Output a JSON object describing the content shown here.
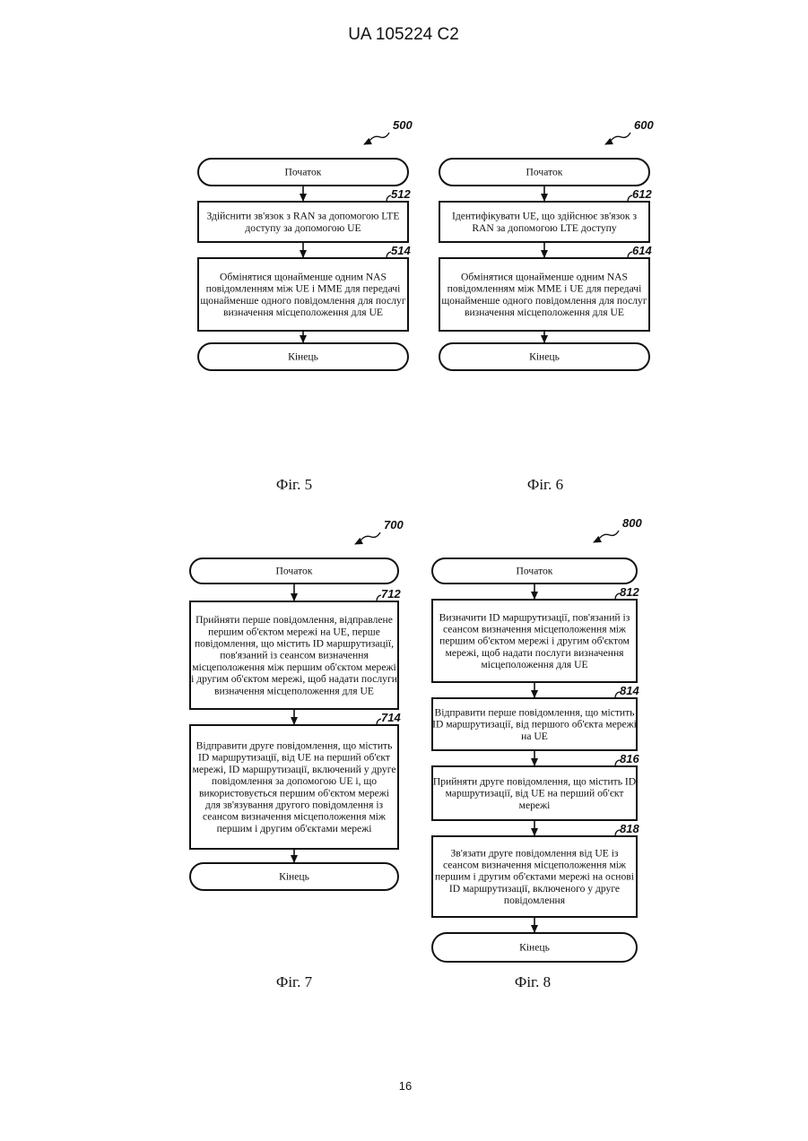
{
  "header": {
    "doc_number": "UA   105224   C2"
  },
  "page_number": "16",
  "figures": [
    {
      "id": "fig5",
      "ref": "500",
      "caption": "Фіг. 5",
      "nodes": [
        {
          "id": "start",
          "type": "terminal",
          "lines": [
            "Початок"
          ]
        },
        {
          "id": "512",
          "type": "process",
          "ref": "512",
          "lines": [
            "Здійснити зв'язок з RAN за допомогою LTE",
            "доступу за допомогою UE"
          ]
        },
        {
          "id": "514",
          "type": "process",
          "ref": "514",
          "lines": [
            "Обмінятися щонайменше одним NAS",
            "повідомленням між UE і MME для передачі",
            "щонайменше одного повідомлення для послуг",
            "визначення місцеположення для UE"
          ]
        },
        {
          "id": "end",
          "type": "terminal",
          "lines": [
            "Кінець"
          ]
        }
      ],
      "edges": [
        [
          "start",
          "512"
        ],
        [
          "512",
          "514"
        ],
        [
          "514",
          "end"
        ]
      ]
    },
    {
      "id": "fig6",
      "ref": "600",
      "caption": "Фіг. 6",
      "nodes": [
        {
          "id": "start",
          "type": "terminal",
          "lines": [
            "Початок"
          ]
        },
        {
          "id": "612",
          "type": "process",
          "ref": "612",
          "lines": [
            "Ідентифікувати UE, що здійснює зв'язок з",
            "RAN за допомогою LTE доступу"
          ]
        },
        {
          "id": "614",
          "type": "process",
          "ref": "614",
          "lines": [
            "Обмінятися щонайменше одним NAS",
            "повідомленням між MME і UE для передачі",
            "щонайменше одного повідомлення для послуг",
            "визначення місцеположення для UE"
          ]
        },
        {
          "id": "end",
          "type": "terminal",
          "lines": [
            "Кінець"
          ]
        }
      ],
      "edges": [
        [
          "start",
          "612"
        ],
        [
          "612",
          "614"
        ],
        [
          "614",
          "end"
        ]
      ]
    },
    {
      "id": "fig7",
      "ref": "700",
      "caption": "Фіг. 7",
      "nodes": [
        {
          "id": "start",
          "type": "terminal",
          "lines": [
            "Початок"
          ]
        },
        {
          "id": "712",
          "type": "process",
          "ref": "712",
          "lines": [
            "Прийняти перше повідомлення, відправлене",
            "першим об'єктом мережі на UE, перше",
            "повідомлення, що містить ID маршрутизації,",
            "пов'язаний із сеансом визначення",
            "місцеположення між першим об'єктом мережі",
            "і другим об'єктом мережі, щоб надати послуги",
            "визначення місцеположення для UE"
          ]
        },
        {
          "id": "714",
          "type": "process",
          "ref": "714",
          "lines": [
            "Відправити друге повідомлення, що містить",
            "ID маршрутизації, від UE на перший об'єкт",
            "мережі, ID маршрутизації, включений у друге",
            "повідомлення за допомогою UE і, що",
            "використовується першим об'єктом мережі",
            "для зв'язування другого повідомлення із",
            "сеансом визначення місцеположення між",
            "першим і другим об'єктами мережі"
          ]
        },
        {
          "id": "end",
          "type": "terminal",
          "lines": [
            "Кінець"
          ]
        }
      ],
      "edges": [
        [
          "start",
          "712"
        ],
        [
          "712",
          "714"
        ],
        [
          "714",
          "end"
        ]
      ]
    },
    {
      "id": "fig8",
      "ref": "800",
      "caption": "Фіг. 8",
      "nodes": [
        {
          "id": "start",
          "type": "terminal",
          "lines": [
            "Початок"
          ]
        },
        {
          "id": "812",
          "type": "process",
          "ref": "812",
          "lines": [
            "Визначити ID маршрутизації, пов'язаний із",
            "сеансом визначення місцеположення між",
            "першим об'єктом мережі і другим об'єктом",
            "мережі, щоб надати послуги визначення",
            "місцеположення для UE"
          ]
        },
        {
          "id": "814",
          "type": "process",
          "ref": "814",
          "lines": [
            "Відправити перше повідомлення, що містить",
            "ID маршрутизації, від першого об'єкта мережі",
            "на UE"
          ]
        },
        {
          "id": "816",
          "type": "process",
          "ref": "816",
          "lines": [
            "Прийняти друге повідомлення, що містить ID",
            "маршрутизації, від UE на перший об'єкт",
            "мережі"
          ]
        },
        {
          "id": "818",
          "type": "process",
          "ref": "818",
          "lines": [
            "Зв'язати друге повідомлення від UE із",
            "сеансом визначення місцеположення між",
            "першим і другим об'єктами мережі на основі",
            "ID маршрутизації, включеного у друге",
            "повідомлення"
          ]
        },
        {
          "id": "end",
          "type": "terminal",
          "lines": [
            "Кінець"
          ]
        }
      ],
      "edges": [
        [
          "start",
          "812"
        ],
        [
          "812",
          "814"
        ],
        [
          "814",
          "816"
        ],
        [
          "816",
          "818"
        ],
        [
          "818",
          "end"
        ]
      ]
    }
  ]
}
